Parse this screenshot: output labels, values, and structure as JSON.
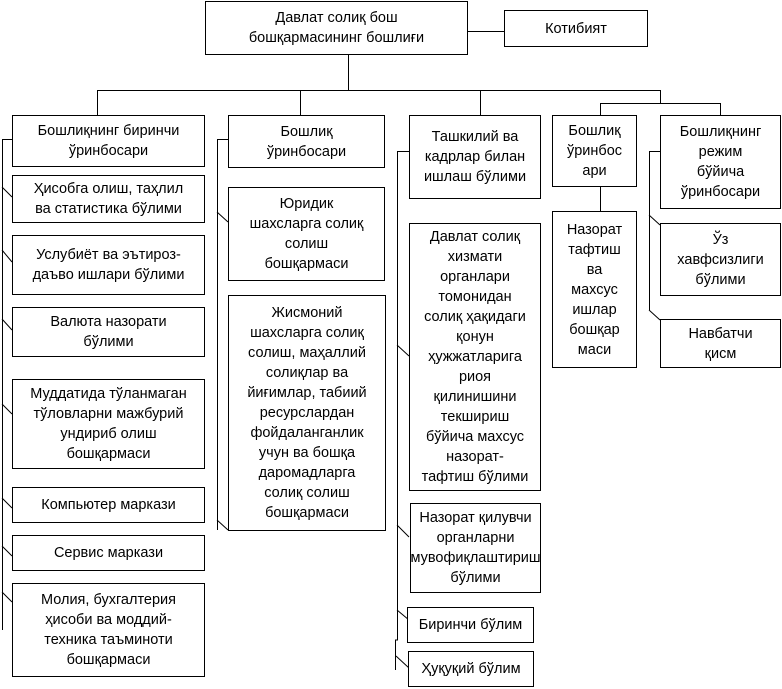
{
  "head": {
    "title": "Давлат солиқ бош\nбошқармасининг бошлиғи"
  },
  "secretariat": "Котибият",
  "deputies": [
    {
      "title": "Бошлиқнинг биринчи\nўринбосари",
      "units": [
        "Ҳисобга олиш, таҳлил\nва статистика бўлими",
        "Услубиёт ва эътироз-\nдаъво ишлари бўлими",
        "Валюта назорати\nбўлими",
        "Муддатида тўланмаган\nтўловларни мажбурий\nундириб олиш\nбошқармаси",
        "Компьютер маркази",
        "Сервис маркази",
        "Молия, бухгалтерия\nҳисоби ва моддий-\nтехника таъминоти\nбошқармаси"
      ]
    },
    {
      "title": "Бошлиқ\nўринбосари",
      "units": [
        "Юридик\nшахсларга солиқ\nсолиш\nбошқармаси",
        "Жисмоний\nшахсларга солиқ\nсолиш, маҳаллий\nсолиқлар ва\nйиғимлар, табиий\nресурслардан\nфойдаланганлик\nучун ва бошқа\nдаромадларга\nсолиқ солиш\nбошқармаси"
      ]
    },
    {
      "title": "Ташкилий ва\nкадрлар билан\nишлаш бўлими",
      "units": [
        "Давлат солиқ\nхизмати\nорганлари\nтомонидан\nсолиқ ҳақидаги\nқонун\nҳужжатларига\nриоя\nқилинишини\nтекшириш\nбўйича махсус\nназорат-\nтафтиш бўлими",
        "Назорат қилувчи\nорганларни\nмувофиқлаштириш\nбўлими",
        "Биринчи бўлим",
        "Ҳуқуқий бўлим"
      ]
    },
    {
      "title": "Бошлиқ\nўринбос\nари",
      "units": [
        "Назорат\nтафтиш\nва\nмахсус\nишлар\nбошқар\nмаси"
      ]
    },
    {
      "title": "Бошлиқнинг\nрежим\nбўйича\nўринбосари",
      "units": [
        "Ўз\nхавфсизлиги\nбўлими",
        "Навбатчи\nқисм"
      ]
    }
  ]
}
